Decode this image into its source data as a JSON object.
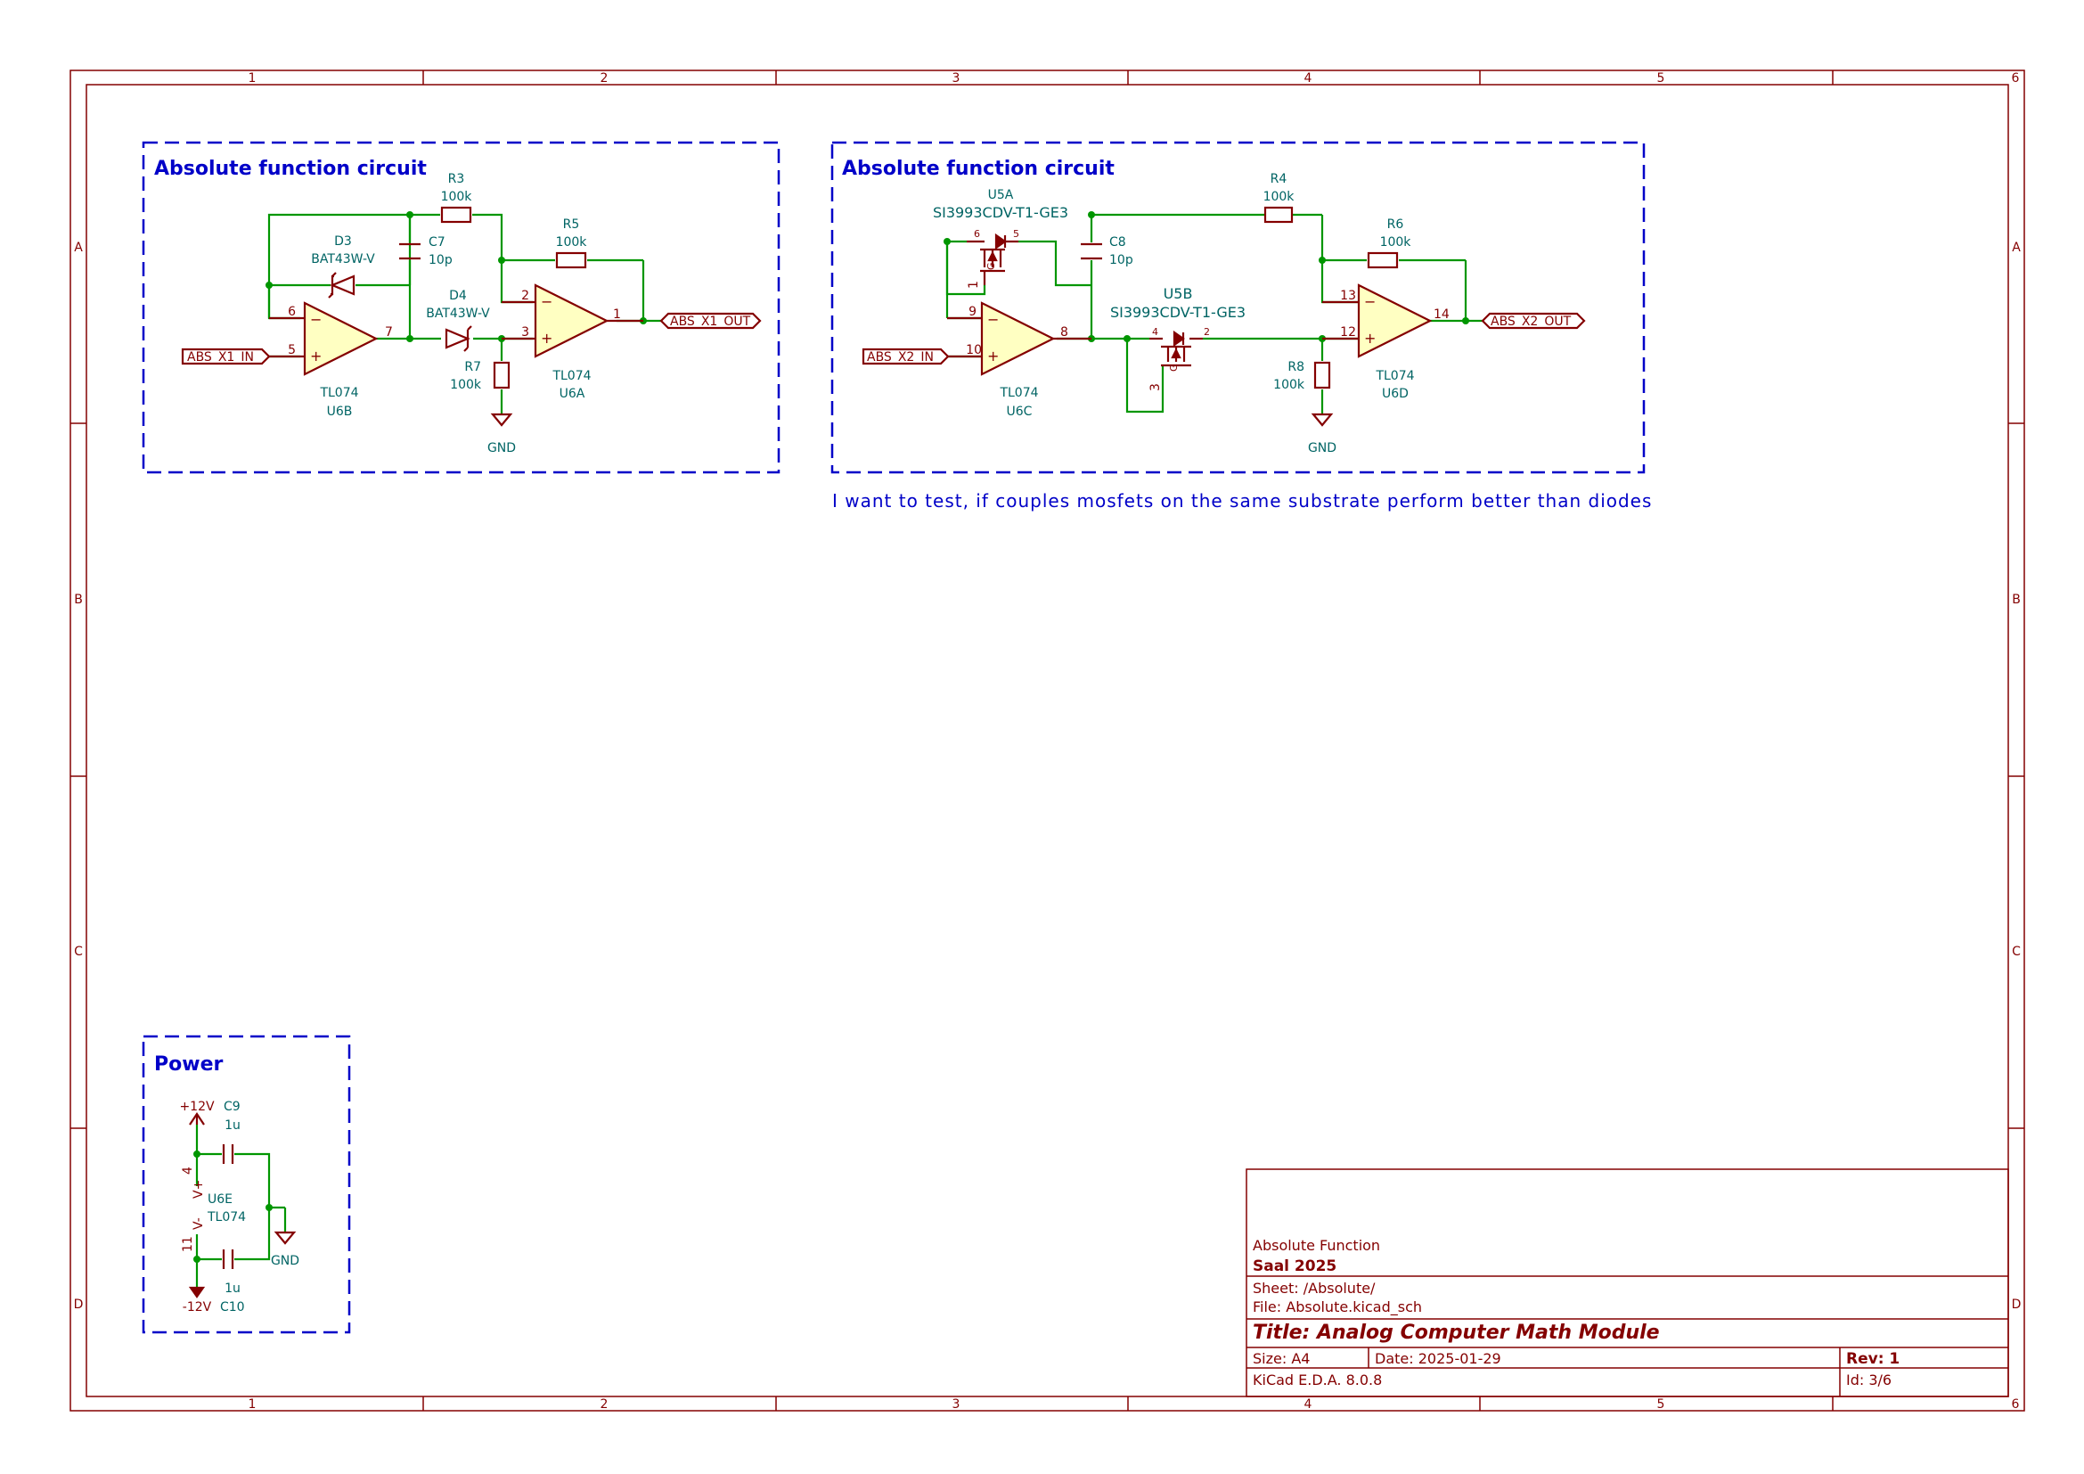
{
  "sheet_frame": {
    "col_labels": [
      "1",
      "2",
      "3",
      "4",
      "5",
      "6"
    ],
    "row_labels": [
      "A",
      "B",
      "C",
      "D"
    ]
  },
  "block1": {
    "title": "Absolute function circuit",
    "input_label": "ABS_X1_IN",
    "output_label": "ABS_X1_OUT",
    "u6b": {
      "ref": "U6B",
      "value": "TL074",
      "pin_minus": "6",
      "pin_plus": "5",
      "pin_out": "7"
    },
    "u6a": {
      "ref": "U6A",
      "value": "TL074",
      "pin_minus": "2",
      "pin_plus": "3",
      "pin_out": "1"
    },
    "r3": {
      "ref": "R3",
      "value": "100k"
    },
    "r5": {
      "ref": "R5",
      "value": "100k"
    },
    "r7": {
      "ref": "R7",
      "value": "100k"
    },
    "c7": {
      "ref": "C7",
      "value": "10p"
    },
    "d3": {
      "ref": "D3",
      "value": "BAT43W-V"
    },
    "d4": {
      "ref": "D4",
      "value": "BAT43W-V"
    },
    "gnd": "GND"
  },
  "block2": {
    "title": "Absolute function circuit",
    "input_label": "ABS_X2_IN",
    "output_label": "ABS_X2_OUT",
    "u6c": {
      "ref": "U6C",
      "value": "TL074",
      "pin_minus": "9",
      "pin_plus": "10",
      "pin_out": "8"
    },
    "u6d": {
      "ref": "U6D",
      "value": "TL074",
      "pin_minus": "13",
      "pin_plus": "12",
      "pin_out": "14"
    },
    "u5a": {
      "ref": "U5A",
      "value": "SI3993CDV-T1-GE3",
      "pin_g": "1",
      "pin_s": "6",
      "pin_d": "5"
    },
    "u5b": {
      "ref": "U5B",
      "value": "SI3993CDV-T1-GE3",
      "pin_g": "3",
      "pin_s": "4",
      "pin_d": "2"
    },
    "r4": {
      "ref": "R4",
      "value": "100k"
    },
    "r6": {
      "ref": "R6",
      "value": "100k"
    },
    "r8": {
      "ref": "R8",
      "value": "100k"
    },
    "c8": {
      "ref": "C8",
      "value": "10p"
    },
    "gnd": "GND",
    "note": "I want to test, if couples mosfets on the same substrate perform better than diodes"
  },
  "power": {
    "title": "Power",
    "pos_rail": "+12V",
    "neg_rail": "-12V",
    "c9": {
      "ref": "C9",
      "value": "1u"
    },
    "c10": {
      "ref": "C10",
      "value": "1u"
    },
    "u6e": {
      "ref": "U6E",
      "value": "TL074",
      "pin_vplus": "4",
      "pin_vminus": "11",
      "vplus": "V+",
      "vminus": "V-"
    },
    "gnd": "GND"
  },
  "title_block": {
    "sheet_title": "Absolute Function",
    "company": "Saal 2025",
    "sheet": "Sheet: /Absolute/",
    "file": "File: Absolute.kicad_sch",
    "title": "Title: Analog Computer Math Module",
    "size": "Size: A4",
    "date": "Date: 2025-01-29",
    "rev": "Rev: 1",
    "tool": "KiCad E.D.A. 8.0.8",
    "id": "Id: 3/6"
  }
}
